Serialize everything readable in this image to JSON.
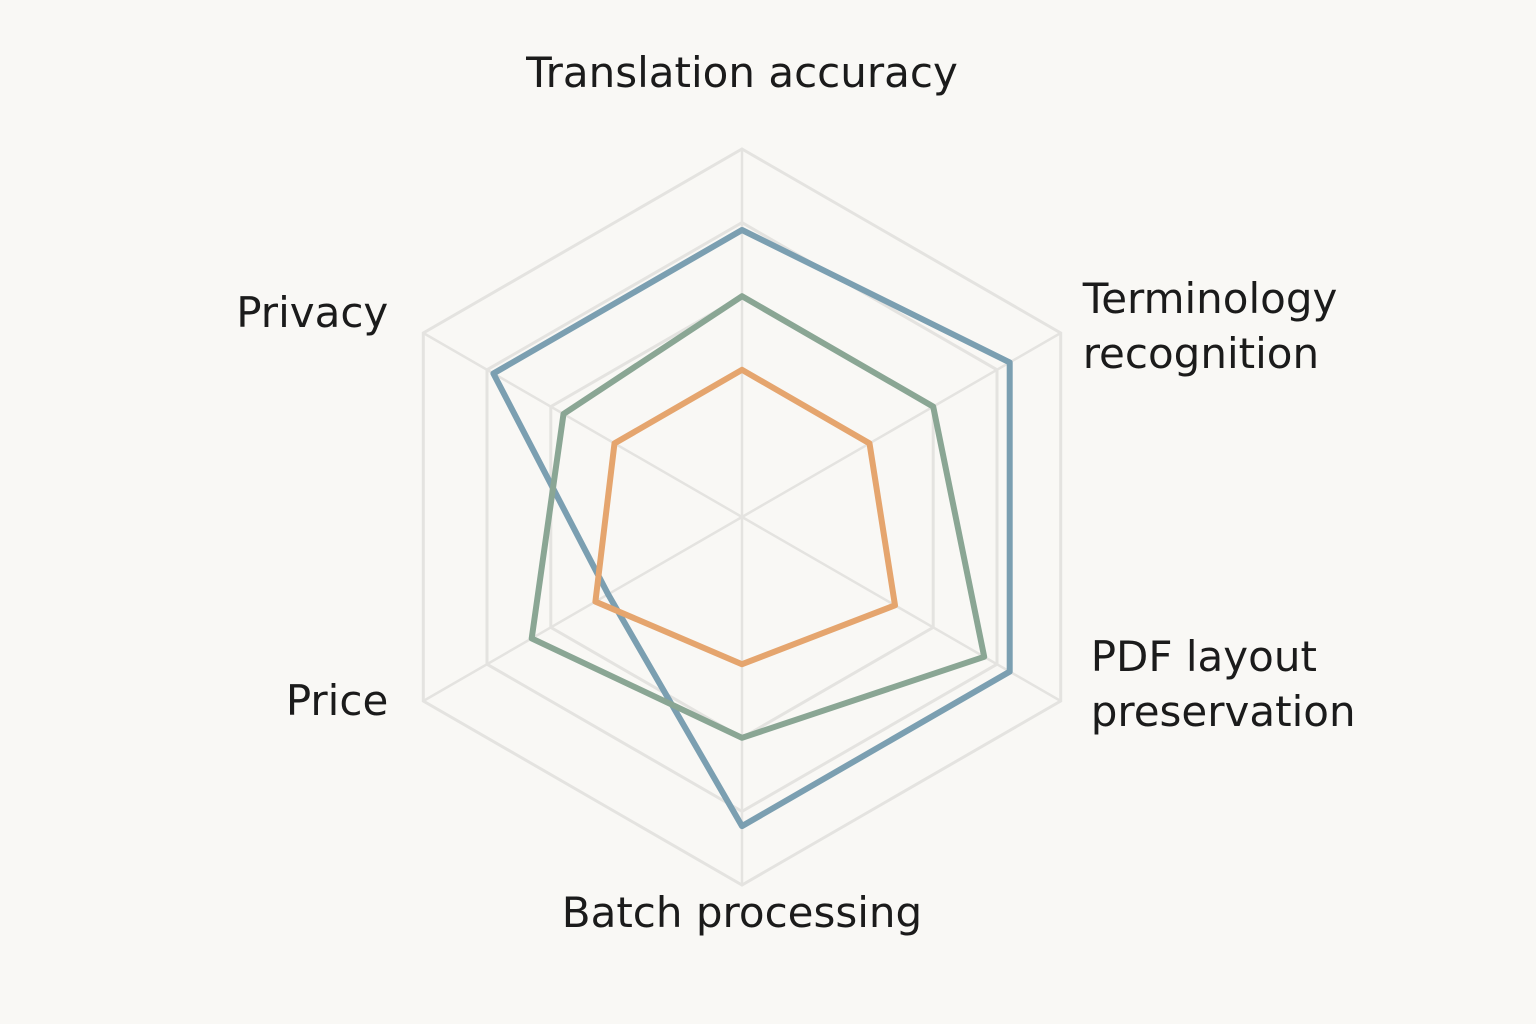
{
  "chart_data": {
    "type": "radar",
    "axes": [
      {
        "label": [
          "Translation accuracy"
        ]
      },
      {
        "label": [
          "Terminology",
          "recognition"
        ]
      },
      {
        "label": [
          "PDF layout",
          "preservation"
        ]
      },
      {
        "label": [
          "Batch processing"
        ]
      },
      {
        "label": [
          "Price"
        ]
      },
      {
        "label": [
          "Privacy"
        ]
      }
    ],
    "rlim": [
      0,
      5
    ],
    "grid_levels": [
      3,
      4,
      5
    ],
    "grid": true,
    "legend": "none",
    "series": [
      {
        "color": "#7b9fb1",
        "values": [
          3.9,
          4.2,
          4.2,
          4.2,
          2.1,
          3.9
        ]
      },
      {
        "color": "#8aa694",
        "values": [
          3.0,
          3.0,
          3.8,
          3.0,
          3.3,
          2.8
        ]
      },
      {
        "color": "#e5a56e",
        "values": [
          2.0,
          2.0,
          2.4,
          2.0,
          2.3,
          2.0
        ]
      }
    ]
  }
}
